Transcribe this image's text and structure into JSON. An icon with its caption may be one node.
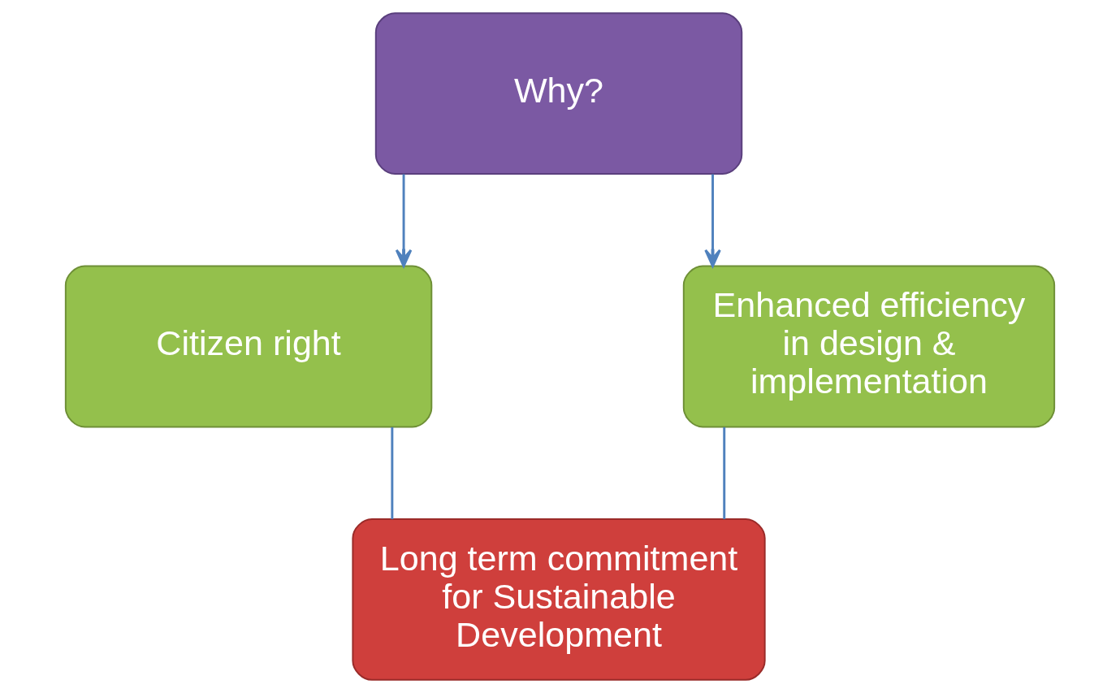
{
  "diagram": {
    "nodes": [
      {
        "text": [
          "Why?"
        ]
      },
      {
        "text": [
          "Citizen right"
        ]
      },
      {
        "text": [
          "Enhanced efficiency in design & implementation"
        ]
      },
      {
        "text": [
          "Long term commitment for Sustainable Development"
        ]
      }
    ],
    "edges": [
      {
        "from": 0,
        "to": 1,
        "arrow": "to"
      },
      {
        "from": 0,
        "to": 2,
        "arrow": "to"
      },
      {
        "from": 1,
        "to": 3,
        "arrow": "none"
      },
      {
        "from": 2,
        "to": 3,
        "arrow": "none"
      }
    ]
  }
}
